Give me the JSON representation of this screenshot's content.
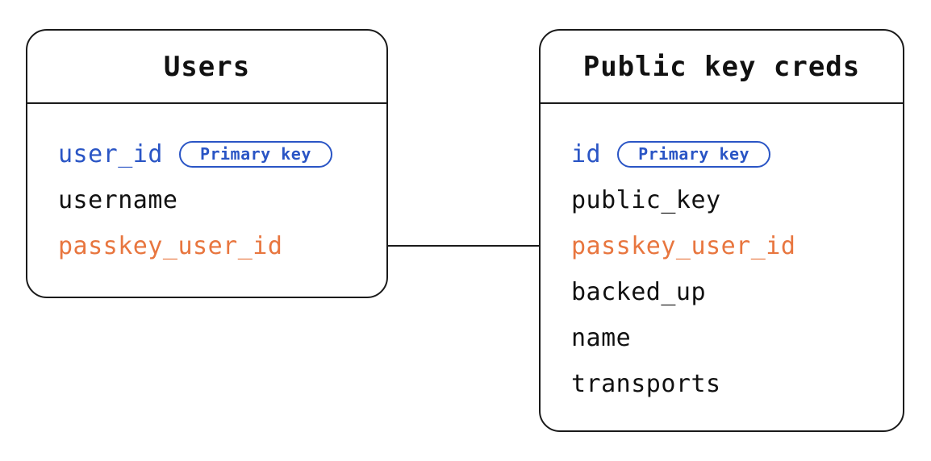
{
  "colors": {
    "primary_key_blue": "#2a55c5",
    "passkey_ref_orange": "#e8763f",
    "line_black": "#1a1a1a"
  },
  "tables": [
    {
      "title": "Users",
      "fields": [
        {
          "name": "user_id",
          "role": "primary_key",
          "badge": "Primary key"
        },
        {
          "name": "username",
          "role": "normal"
        },
        {
          "name": "passkey_user_id",
          "role": "foreign_ref"
        }
      ]
    },
    {
      "title": "Public key creds",
      "fields": [
        {
          "name": "id",
          "role": "primary_key",
          "badge": "Primary key"
        },
        {
          "name": "public_key",
          "role": "normal"
        },
        {
          "name": "passkey_user_id",
          "role": "foreign_ref"
        },
        {
          "name": "backed_up",
          "role": "normal"
        },
        {
          "name": "name",
          "role": "normal"
        },
        {
          "name": "transports",
          "role": "normal"
        }
      ]
    }
  ],
  "relationship": {
    "connects": "passkey_user_id"
  }
}
